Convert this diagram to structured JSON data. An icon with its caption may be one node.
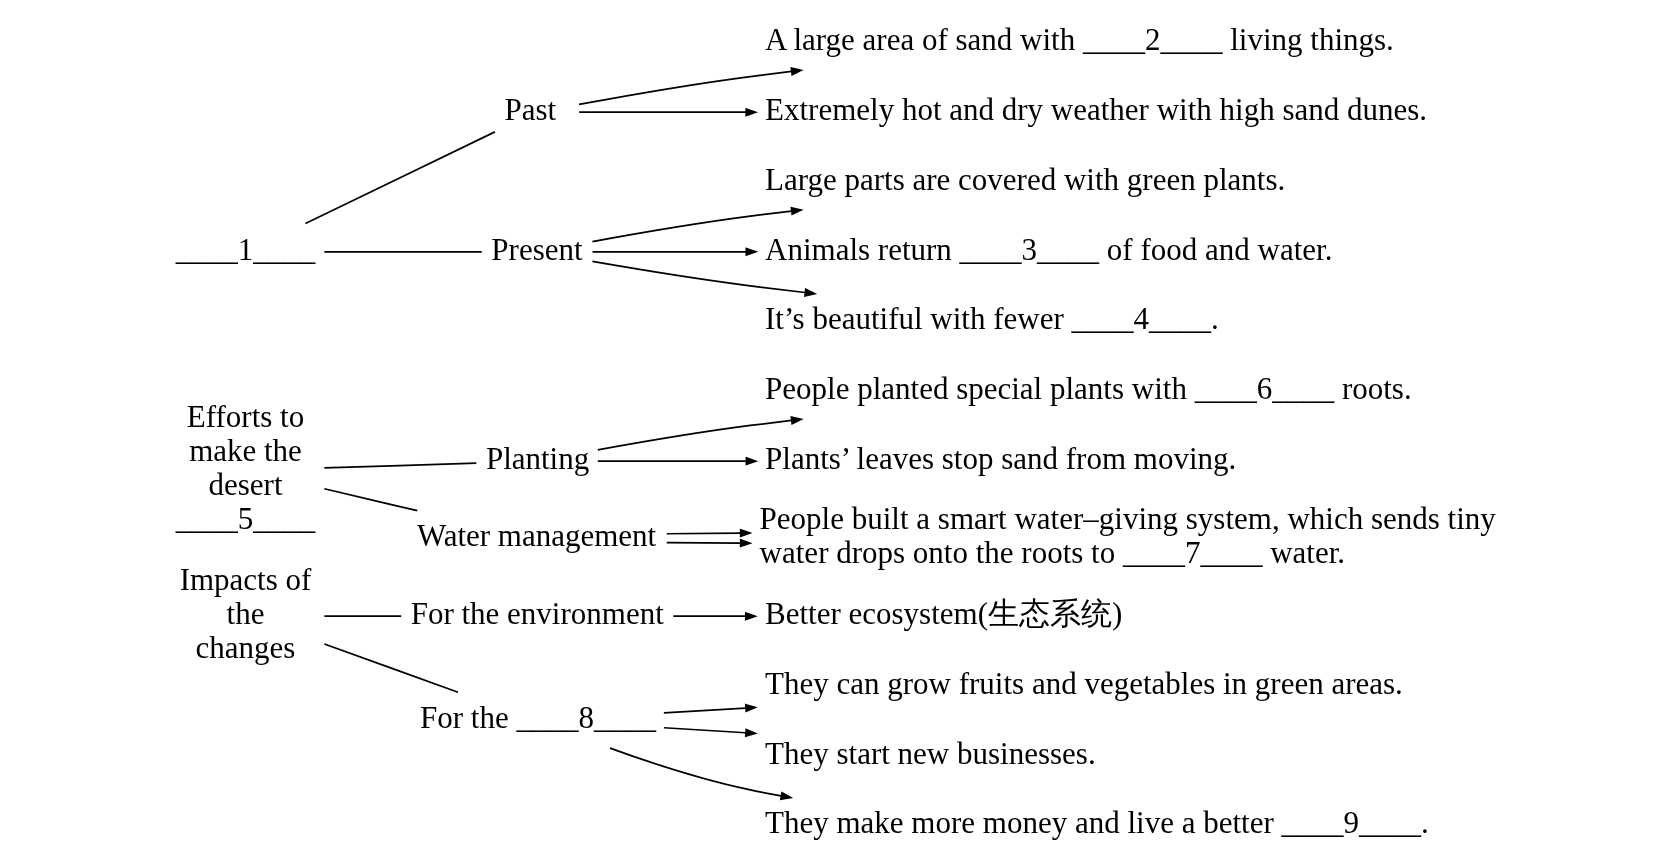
{
  "diagram": {
    "nodes": [
      {
        "text": [
          "____1____"
        ]
      },
      {
        "text": [
          "Past"
        ]
      },
      {
        "text": [
          "Present"
        ]
      },
      {
        "text": [
          "A large area of sand with ____2____ living things."
        ]
      },
      {
        "text": [
          "Extremely hot and dry weather with high sand dunes."
        ]
      },
      {
        "text": [
          "Large parts are covered with green plants."
        ]
      },
      {
        "text": [
          "Animals return ____3____ of food and water."
        ]
      },
      {
        "text": [
          "It’s beautiful with fewer ____4____."
        ]
      },
      {
        "text": [
          "Efforts to make the desert ____5____"
        ]
      },
      {
        "text": [
          "Planting"
        ]
      },
      {
        "text": [
          "Water management"
        ]
      },
      {
        "text": [
          "People planted special plants with ____6____ roots."
        ]
      },
      {
        "text": [
          "Plants’ leaves stop sand from moving."
        ]
      },
      {
        "text": [
          "People built a smart water–giving system, which sends tiny water drops onto the roots to ____7____ water."
        ]
      },
      {
        "text": [
          "Impacts of the changes"
        ]
      },
      {
        "text": [
          "For the environment"
        ]
      },
      {
        "text": [
          "For the ____8____"
        ]
      },
      {
        "text": [
          "Better ecosystem(生态系统)"
        ]
      },
      {
        "text": [
          "They can grow fruits and vegetables in green areas."
        ]
      },
      {
        "text": [
          "They start new businesses."
        ]
      },
      {
        "text": [
          "They make more money and live a better ____9____."
        ]
      }
    ],
    "edges": [
      {
        "from": 0,
        "to": 1,
        "arrow": "none"
      },
      {
        "from": 0,
        "to": 2,
        "arrow": "none"
      },
      {
        "from": 1,
        "to": 3,
        "arrow": "to"
      },
      {
        "from": 1,
        "to": 4,
        "arrow": "to"
      },
      {
        "from": 2,
        "to": 5,
        "arrow": "to"
      },
      {
        "from": 2,
        "to": 6,
        "arrow": "to"
      },
      {
        "from": 2,
        "to": 7,
        "arrow": "to"
      },
      {
        "from": 8,
        "to": 9,
        "arrow": "none"
      },
      {
        "from": 8,
        "to": 10,
        "arrow": "none"
      },
      {
        "from": 9,
        "to": 11,
        "arrow": "to"
      },
      {
        "from": 9,
        "to": 12,
        "arrow": "to"
      },
      {
        "from": 10,
        "to": 13,
        "arrow": "to"
      },
      {
        "from": 10,
        "to": 13,
        "arrow": "to"
      },
      {
        "from": 14,
        "to": 15,
        "arrow": "none"
      },
      {
        "from": 14,
        "to": 16,
        "arrow": "none"
      },
      {
        "from": 15,
        "to": 17,
        "arrow": "to"
      },
      {
        "from": 16,
        "to": 18,
        "arrow": "to"
      },
      {
        "from": 16,
        "to": 19,
        "arrow": "to"
      },
      {
        "from": 16,
        "to": 20,
        "arrow": "to"
      }
    ]
  }
}
